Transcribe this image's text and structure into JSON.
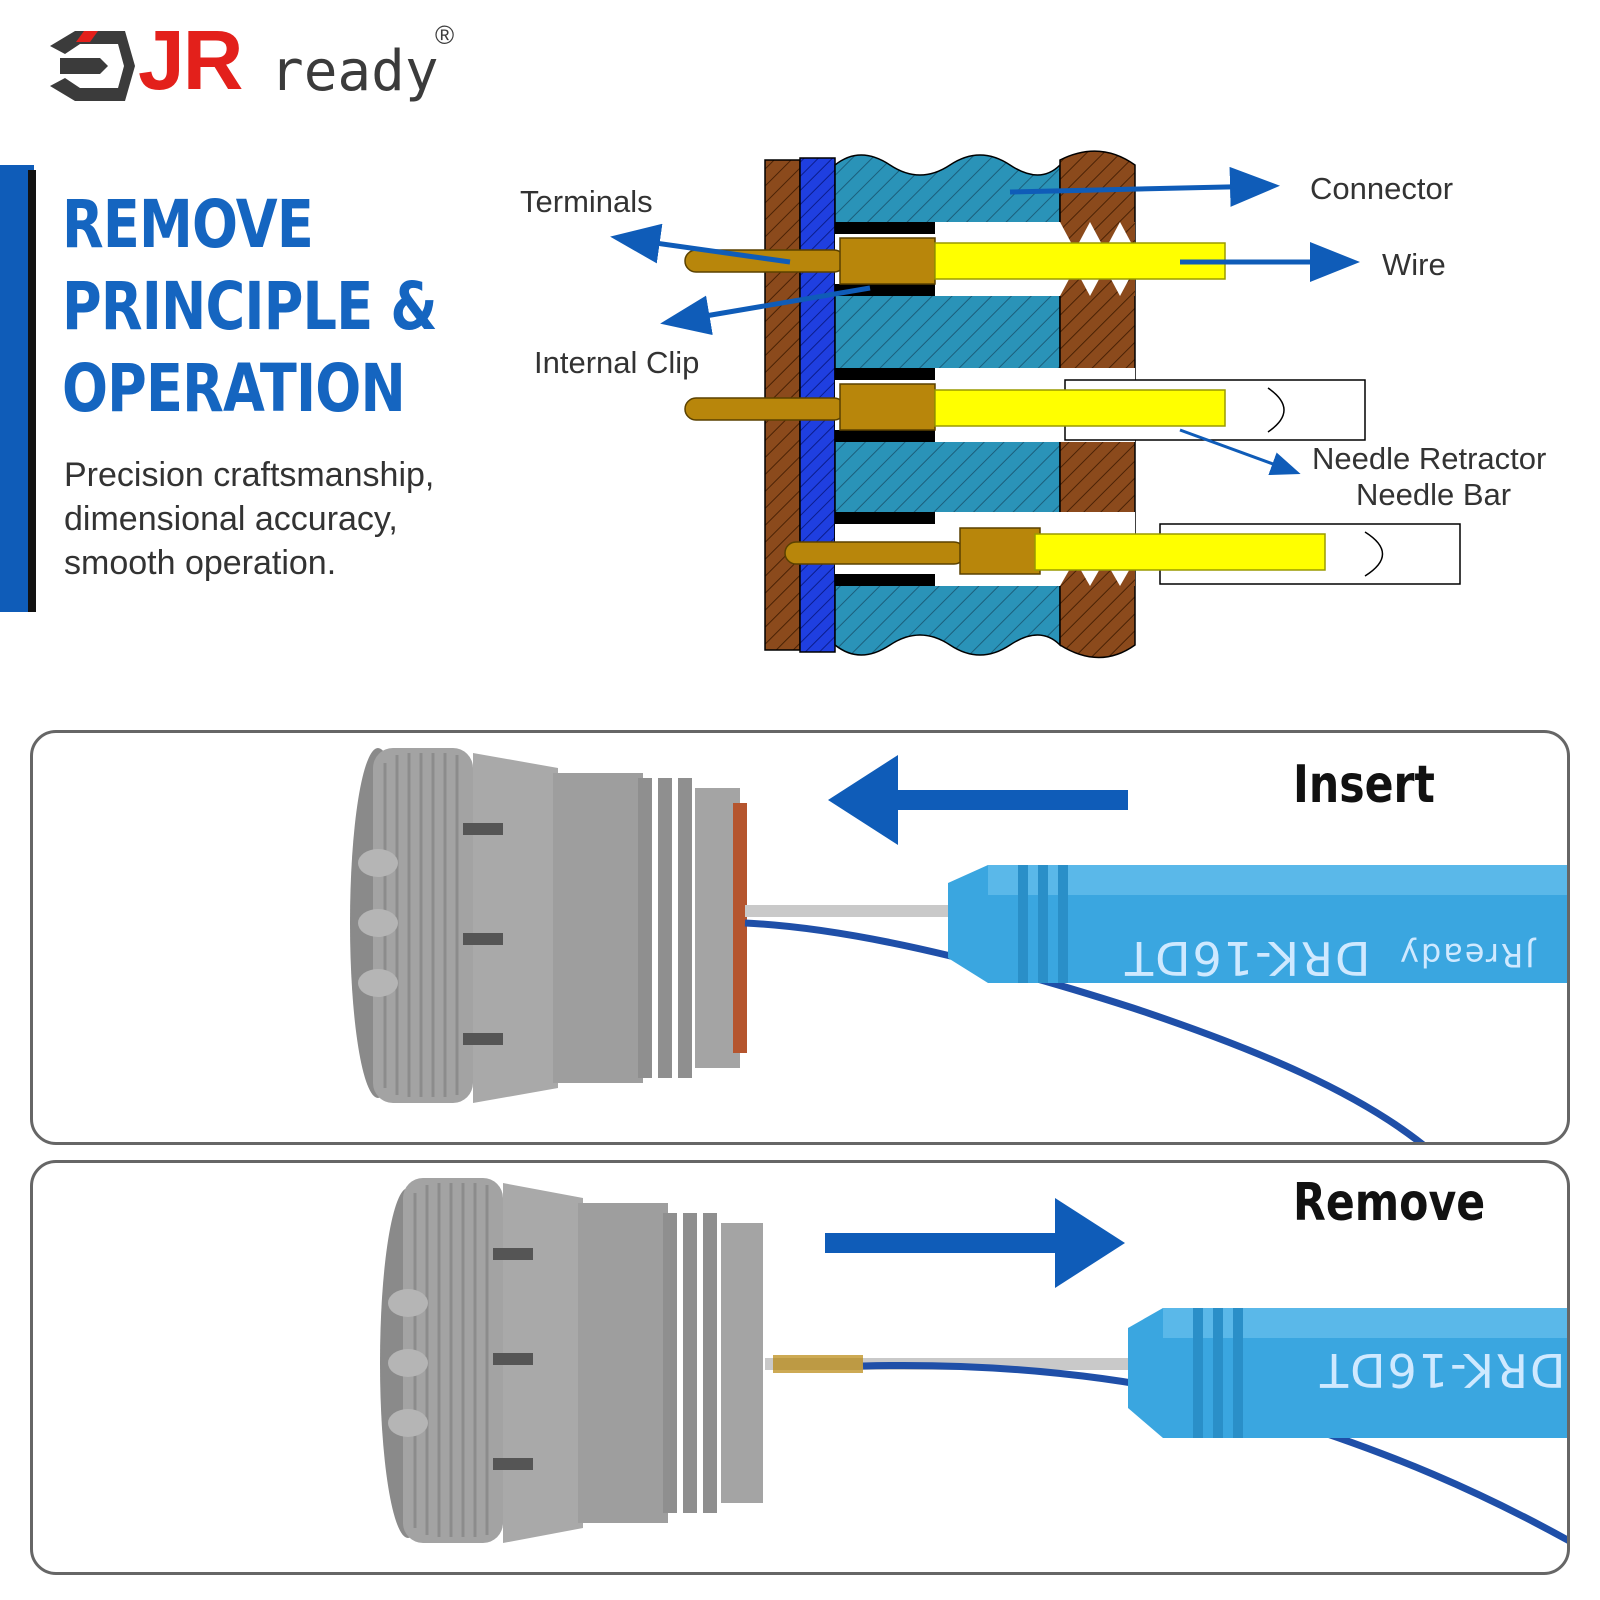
{
  "brand": {
    "logo_mark": "JR",
    "logo_word": "ready",
    "registered": "®"
  },
  "title": {
    "line1": "REMOVE",
    "line2": "PRINCIPLE &",
    "line3": "OPERATION"
  },
  "subtitle": {
    "line1": "Precision craftsmanship,",
    "line2": "dimensional accuracy,",
    "line3": "smooth operation."
  },
  "diagram": {
    "labels": {
      "terminals": "Terminals",
      "internal_clip": "Internal Clip",
      "connector": "Connector",
      "wire": "Wire",
      "needle_retractor_1": "Needle Retractor",
      "needle_retractor_2": "Needle Bar"
    }
  },
  "panels": {
    "insert": {
      "label": "Insert",
      "tool_model": "DRK-16DT",
      "tool_brand": "JRready"
    },
    "remove": {
      "label": "Remove",
      "tool_model": "DRK-16DT"
    }
  },
  "colors": {
    "accent_blue": "#1565c0",
    "arrow_blue": "#0f5cb8",
    "logo_red": "#e3201b",
    "housing_teal": "#2a93b8",
    "seal_brown": "#8b4a1c",
    "wire_yellow": "#ffff00",
    "terminal_gold": "#b8860b",
    "tool_blue": "#3aa6e0",
    "connector_gray": "#9a9a9a"
  }
}
